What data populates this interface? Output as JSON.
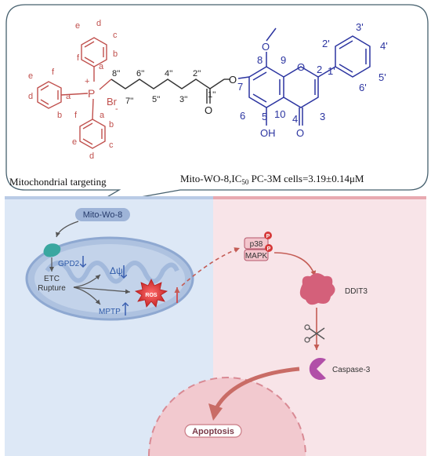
{
  "chem": {
    "compound_caption": "Mito-WO-8,",
    "ic50_prefix": "IC",
    "ic50_sub": "50",
    "ic50_cells": " PC-3M cells=3.19±0.14μM",
    "targeting_label": "Mitochondrial targeting",
    "atom_p": "P",
    "atom_plus": "+",
    "atom_br": "Br",
    "atom_minus": "-",
    "atom_o_ring": "O",
    "atom_o_ester": "O",
    "atom_o_carbonyl": "O",
    "atom_o_methoxy": "O",
    "atom_o_chromone": "O",
    "atom_oh": "OH",
    "ring_letters": {
      "a": "a",
      "b": "b",
      "c": "c",
      "d": "d",
      "e": "e",
      "f": "f"
    },
    "chain_labels": {
      "l1": "1''",
      "l2": "2''",
      "l3": "3''",
      "l4": "4''",
      "l5": "5''",
      "l6": "6''",
      "l7": "7''",
      "l8": "8''"
    },
    "flavone_labels": {
      "n2": "2",
      "n3": "3",
      "n4": "4",
      "n5": "5",
      "n6": "6",
      "n7": "7",
      "n8": "8",
      "n9": "9",
      "n10": "10",
      "p1": "1'",
      "p2": "2'",
      "p3": "3'",
      "p4": "4'",
      "p5": "5'",
      "p6": "6'"
    }
  },
  "pathway": {
    "compound_pill": "Mito-Wo-8",
    "gpd2": "GPD2",
    "etc": "ETC",
    "rupture": "Rupture",
    "delta_psi": "Δψ",
    "mptp": "MPTP",
    "ros": "ROS",
    "p38": "p38",
    "mapk": "MAPK",
    "phospho": "P",
    "ddit3": "DDIT3",
    "caspase": "Caspase-3",
    "apoptosis": "Apoptosis"
  },
  "colors": {
    "left_panel": "#dde8f6",
    "right_panel": "#f8e4e8",
    "ros_red": "#d63a3a",
    "ddit3_pink": "#d4607a",
    "caspase_purple": "#b14fa8",
    "chem_red": "#c0504d",
    "chem_blue": "#2b34a0"
  }
}
